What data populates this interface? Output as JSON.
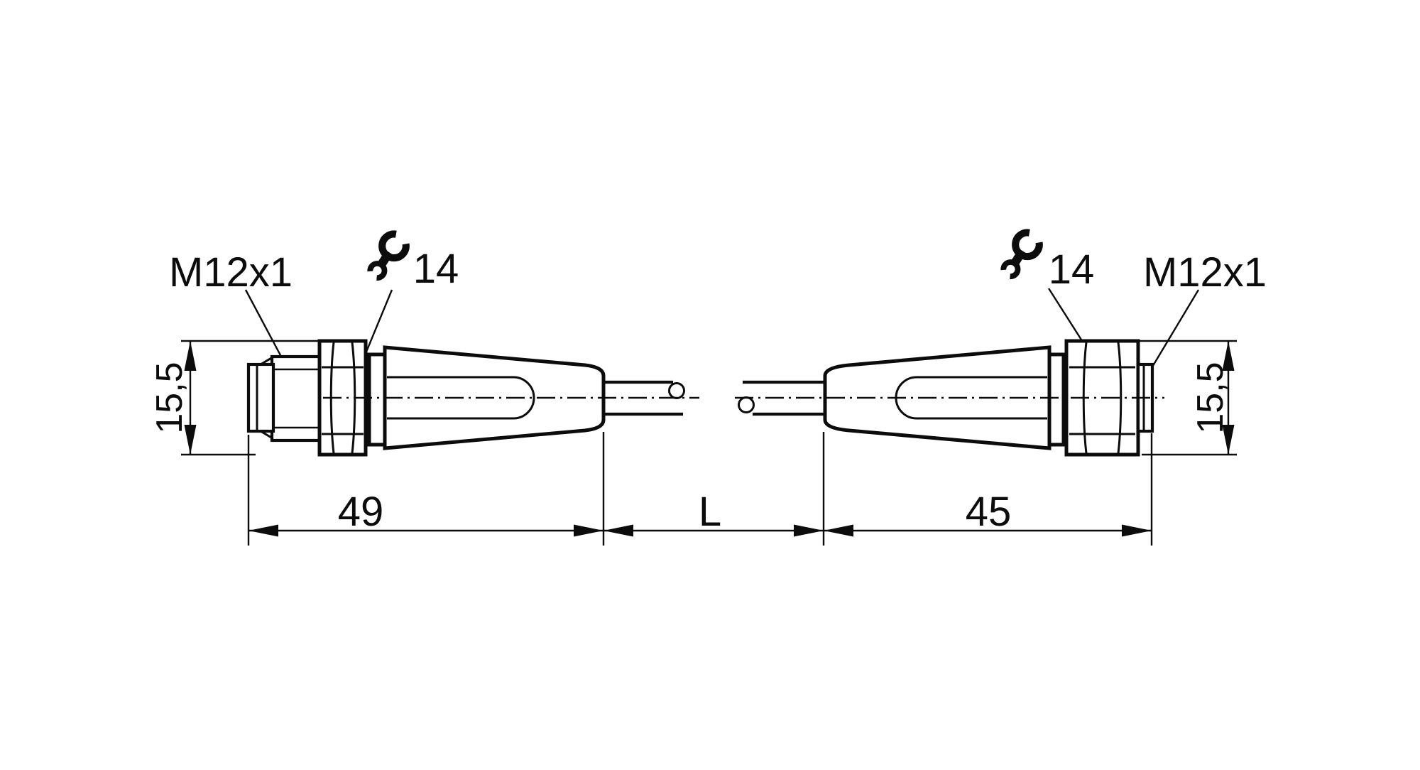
{
  "drawing": {
    "background_color": "#ffffff",
    "line_color": "#0c0c0c",
    "left_connector": {
      "thread_label": "M12x1",
      "wrench_icon": "wrench-icon",
      "wrench_size": "14",
      "height_dim": "15,5",
      "length_dim": "49"
    },
    "cable": {
      "length_dim": "L"
    },
    "right_connector": {
      "thread_label": "M12x1",
      "wrench_icon": "wrench-icon",
      "wrench_size": "14",
      "height_dim": "15,5",
      "length_dim": "45"
    }
  }
}
